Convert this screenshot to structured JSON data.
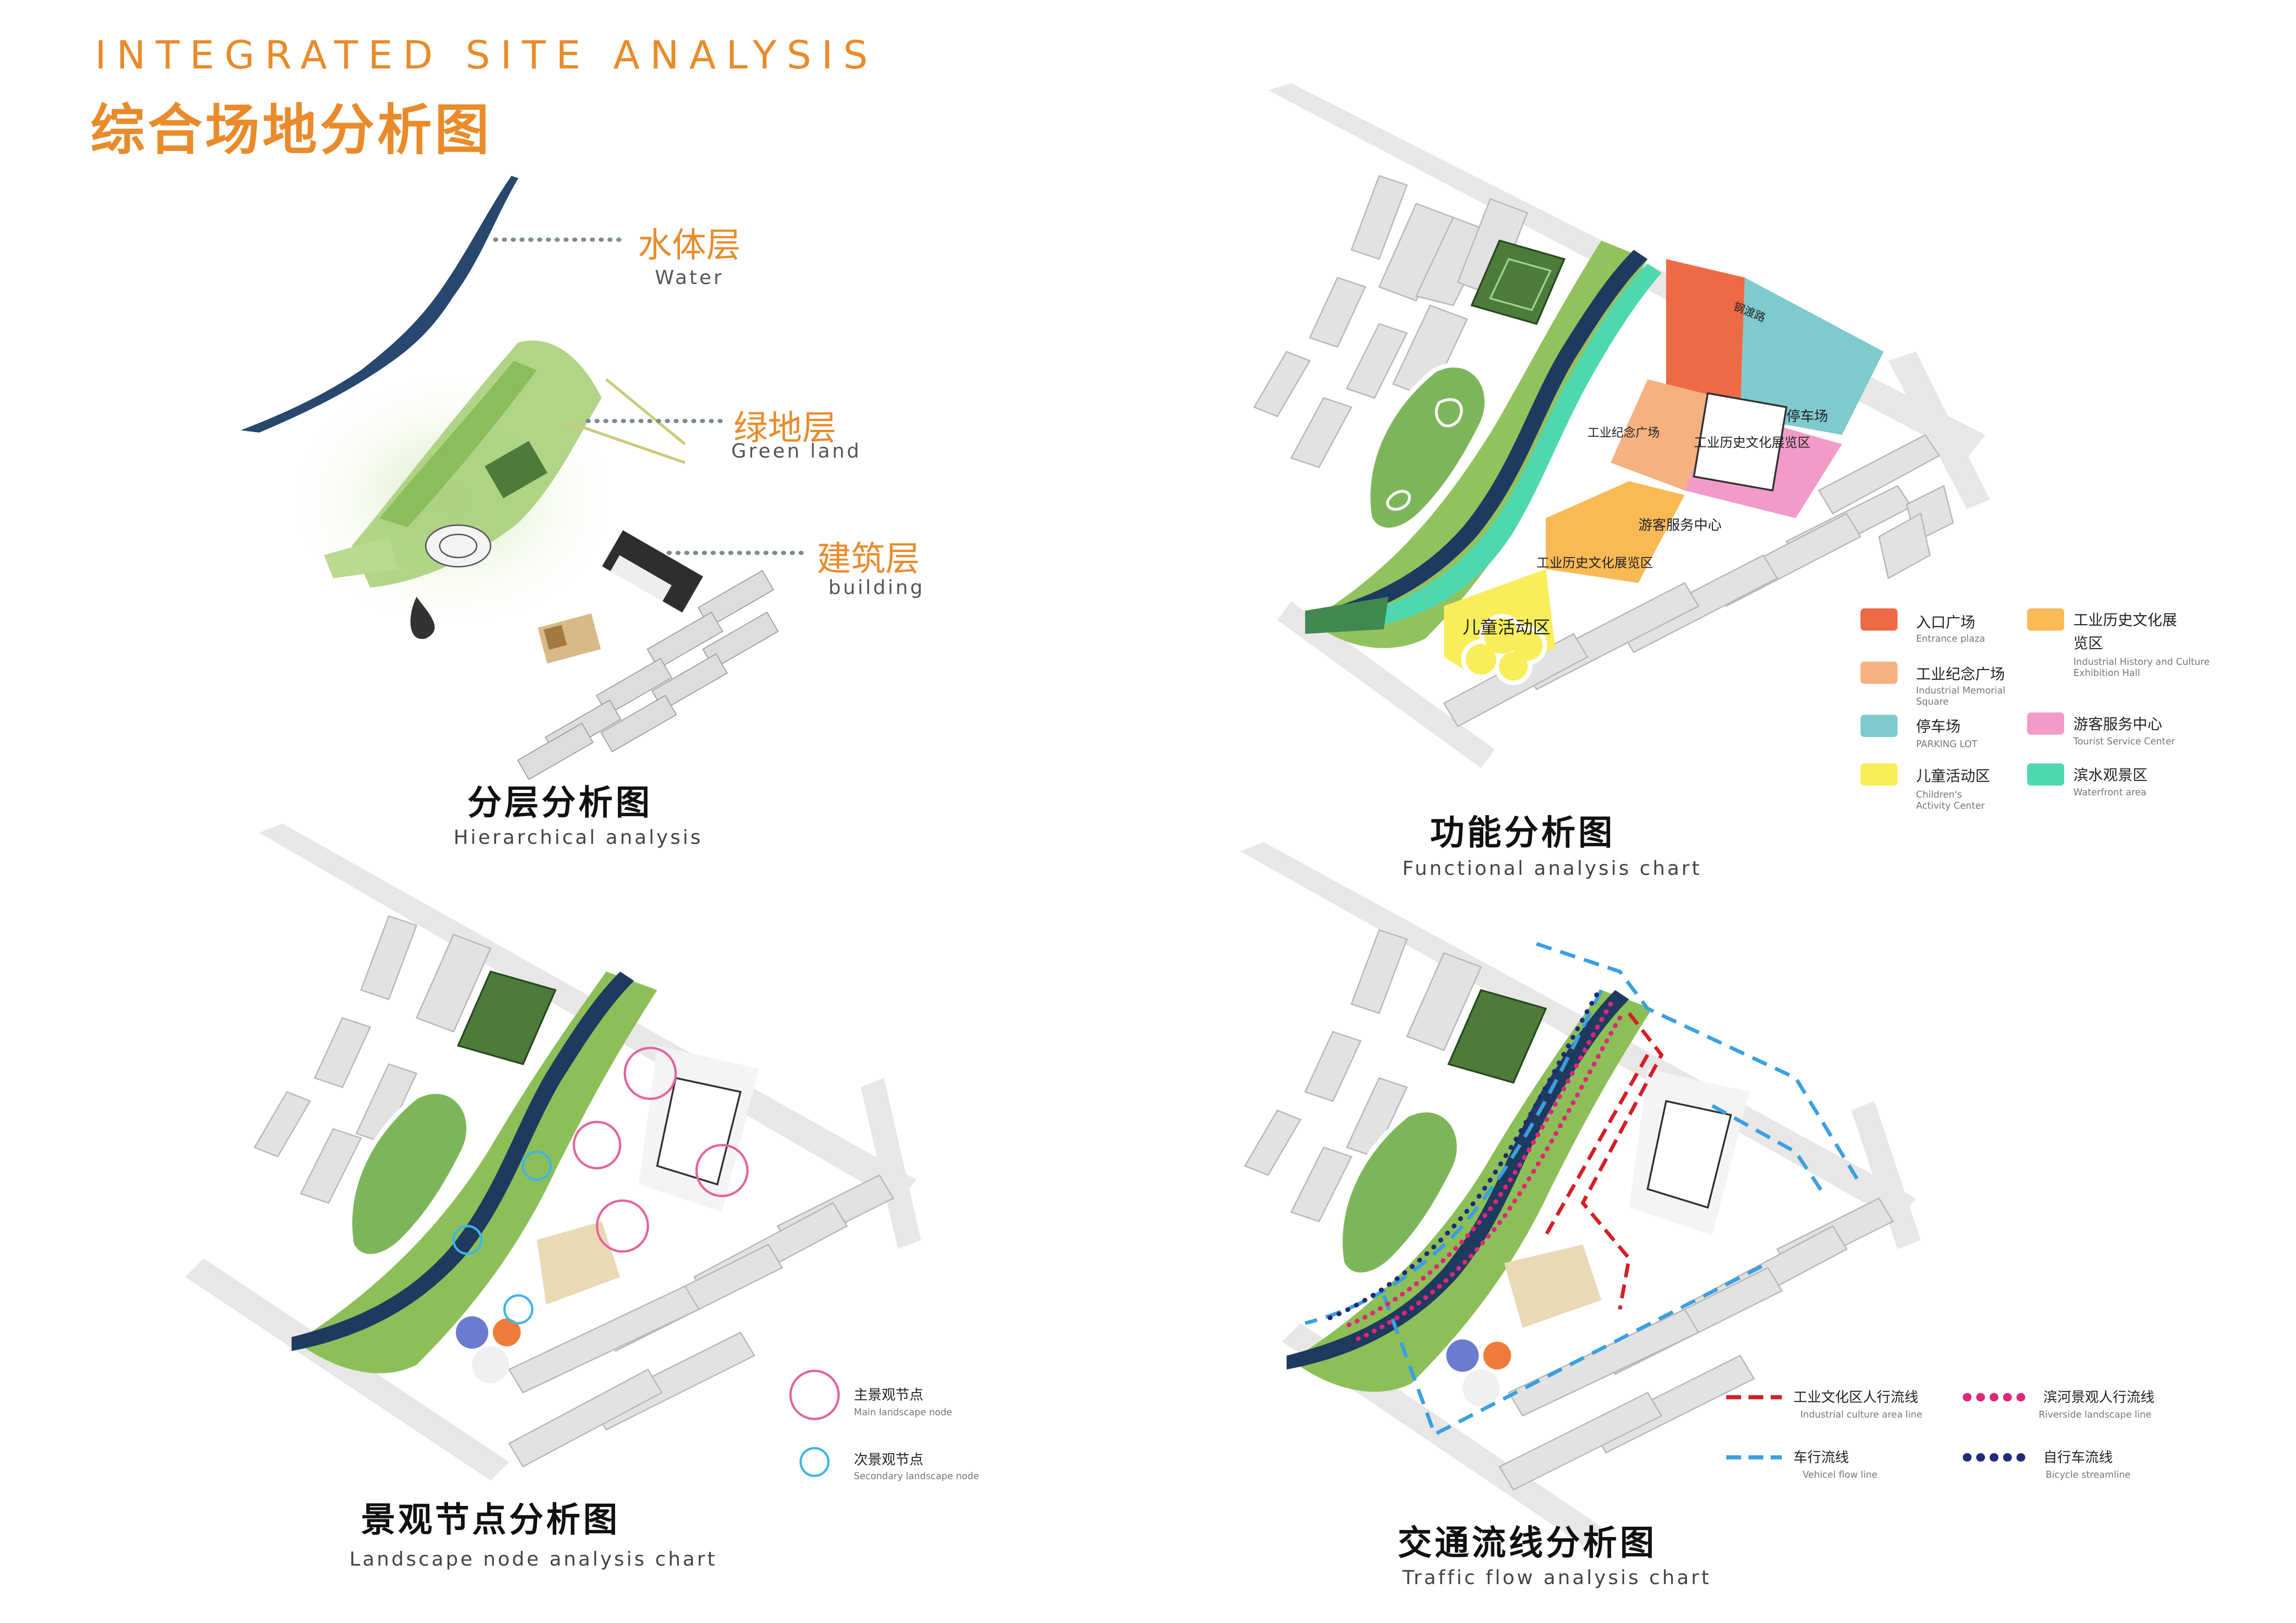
{
  "header": {
    "title_en": "Integrated site analysis",
    "title_cn": "综合场地分析图"
  },
  "hierarchical": {
    "title_cn": "分层分析图",
    "title_en": "Hierarchical analysis",
    "layers": [
      {
        "cn": "水体层",
        "en": "Water"
      },
      {
        "cn": "绿地层",
        "en": "Green land"
      },
      {
        "cn": "建筑层",
        "en": "building"
      }
    ]
  },
  "functional": {
    "title_cn": "功能分析图",
    "title_en": "Functional analysis chart",
    "road_label": "钢渡路",
    "map_labels": [
      "工业纪念广场",
      "工业历史文化展览区",
      "停车场",
      "游客服务中心",
      "工业历史文化展览区",
      "儿童活动区"
    ],
    "legend": [
      {
        "cn": "入口广场",
        "en": "Entrance plaza",
        "color": "#EE6A45"
      },
      {
        "cn": "工业历史文化展览区",
        "en": "Industrial History and Culture Exhibition Hall",
        "color": "#F9B955"
      },
      {
        "cn": "工业纪念广场",
        "en": "Industrial Memorial Square",
        "color": "#F5B17F"
      },
      {
        "cn": "游客服务中心",
        "en": "Tourist Service Center",
        "color": "#F29BC8"
      },
      {
        "cn": "停车场",
        "en": "PARKING LOT",
        "color": "#7FCACC"
      },
      {
        "cn": "滨水观景区",
        "en": "Waterfront area",
        "color": "#4FD7B0"
      },
      {
        "cn": "儿童活动区",
        "en": "Children's Activity Center",
        "color": "#F7EE5A"
      }
    ]
  },
  "landscape": {
    "title_cn": "景观节点分析图",
    "title_en": "Landscape node analysis chart",
    "legend": [
      {
        "cn": "主景观节点",
        "en": "Main landscape node",
        "color": "#E4639E"
      },
      {
        "cn": "次景观节点",
        "en": "Secondary landscape node",
        "color": "#3FB5E8"
      }
    ]
  },
  "traffic": {
    "title_cn": "交通流线分析图",
    "title_en": "Traffic flow analysis chart",
    "legend": [
      {
        "cn": "工业文化区人行流线",
        "en": "Industrial culture area line",
        "color": "#D41F26"
      },
      {
        "cn": "滨河景观人行流线",
        "en": "Riverside landscape line",
        "color": "#E0267A"
      },
      {
        "cn": "车行流线",
        "en": "Vehicel flow line",
        "color": "#3AA0E0"
      },
      {
        "cn": "自行车流线",
        "en": "Bicycle streamline",
        "color": "#1F2A7A"
      }
    ]
  }
}
